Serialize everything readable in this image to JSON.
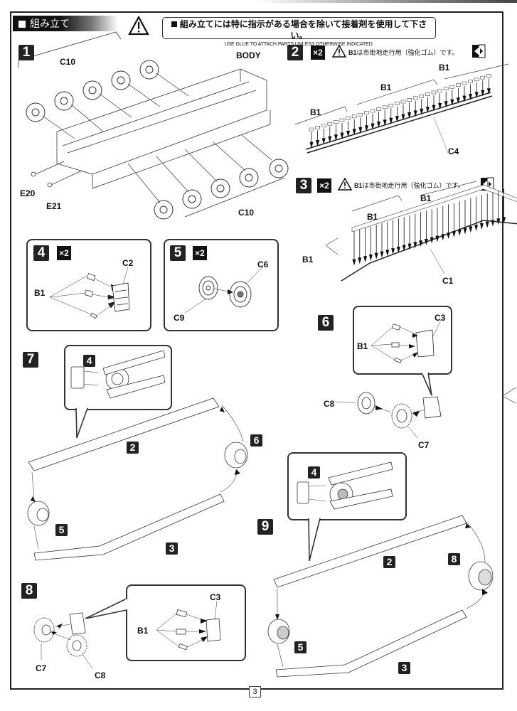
{
  "header": {
    "section_title": "組み立て",
    "notice_jp": "組み立てには特に指示がある場合を除いて接着剤を使用して下さい。",
    "notice_en": "USE GLUE TO ATTACH PARTS UNLESS OTHERWISE INDICATED."
  },
  "steps": {
    "s1": {
      "number": "1",
      "labels": {
        "c10_top": "C10",
        "body": "BODY",
        "e20": "E20",
        "e21": "E21",
        "c10_bottom": "C10"
      }
    },
    "s2": {
      "number": "2",
      "multiplier": "×2",
      "note_part": "B1",
      "note_text": "は市街地走行用（強化ゴム）です。",
      "labels": {
        "b1_a": "B1",
        "b1_b": "B1",
        "b1_c": "B1",
        "c4": "C4"
      }
    },
    "s3": {
      "number": "3",
      "multiplier": "×2",
      "note_part": "B1",
      "note_text": "は市街地走行用（強化ゴム）です。",
      "labels": {
        "b1_a": "B1",
        "b1_b": "B1",
        "b1_c": "B1",
        "c1": "C1"
      }
    },
    "s4": {
      "number": "4",
      "multiplier": "×2",
      "labels": {
        "b1": "B1",
        "c2": "C2"
      }
    },
    "s5": {
      "number": "5",
      "multiplier": "×2",
      "labels": {
        "c6": "C6",
        "c9": "C9"
      }
    },
    "s6": {
      "number": "6",
      "labels": {
        "b1": "B1",
        "c3": "C3",
        "c8": "C8",
        "c7": "C7"
      }
    },
    "s7": {
      "number": "7",
      "refs": {
        "r4": "4",
        "r2": "2",
        "r6": "6",
        "r5": "5",
        "r3": "3"
      }
    },
    "s8": {
      "number": "8",
      "labels": {
        "c7": "C7",
        "c8": "C8",
        "b1": "B1",
        "c3": "C3"
      }
    },
    "s9": {
      "number": "9",
      "refs": {
        "r4": "4",
        "r2": "2",
        "r8": "8",
        "r5": "5",
        "r3": "3"
      }
    }
  },
  "icons": [
    "warning-triangle-icon",
    "multiply-two-icon",
    "direction-icon"
  ],
  "page_number": "3"
}
